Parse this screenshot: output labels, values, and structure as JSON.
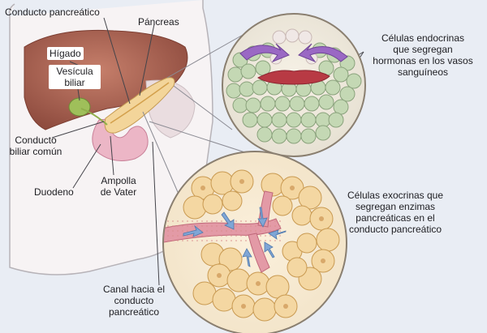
{
  "labels": {
    "conducto_pancreatico": "Conducto pancreático",
    "pancreas": "Páncreas",
    "higado": "Hígado",
    "vesicula_line1": "Vesícula",
    "vesicula_line2": "biliar",
    "conducto_biliar_line1": "Conducto",
    "conducto_biliar_line2": "biliar común",
    "duodeno": "Duodeno",
    "ampolla_line1": "Ampolla",
    "ampolla_line2": "de Vater",
    "endocrinas_line1": "Células endocrinas",
    "endocrinas_line2": "que segregan",
    "endocrinas_line3": "hormonas en los vasos",
    "endocrinas_line4": "sanguíneos",
    "exocrinas_line1": "Células exocrinas que",
    "exocrinas_line2": "segregan enzimas",
    "exocrinas_line3": "pancreáticas en el",
    "exocrinas_line4": "conducto pancreático",
    "canal_line1": "Canal hacia el",
    "canal_line2": "conducto",
    "canal_line3": "pancreático"
  },
  "colors": {
    "background": "#e9edf4",
    "liver": "#a8604f",
    "pancreas": "#f3d59a",
    "gallbladder": "#9fbf5a",
    "duodenum": "#ecb6c6",
    "islet_cells": "#c4d8b4",
    "blood_vessel": "#b83a44",
    "hormone_arrows": "#9a68c4",
    "acinar_cells": "#f4d7a2",
    "enzyme_arrows": "#7fa6d6"
  }
}
